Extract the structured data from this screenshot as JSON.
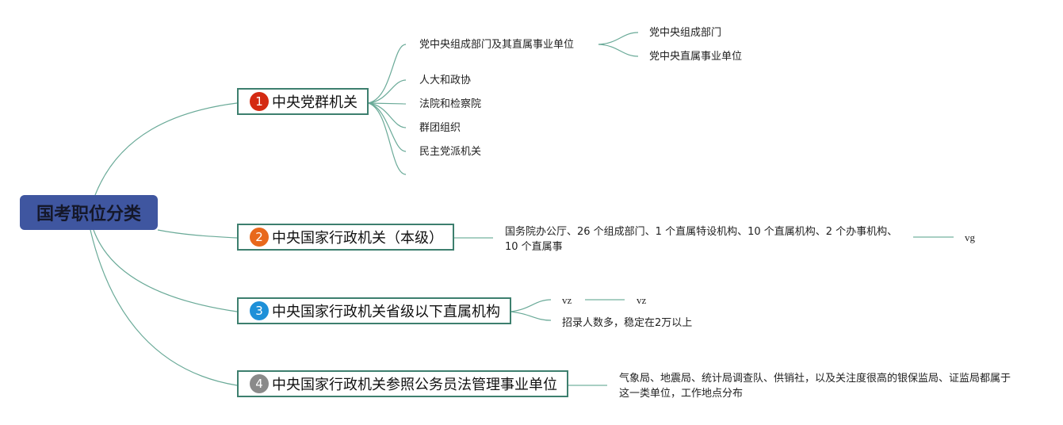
{
  "colors": {
    "root": "#3f56a0",
    "line": "#6aaa98",
    "border": "#3d7f6e",
    "badge1": "#d42a12",
    "badge2": "#e8681c",
    "badge3": "#1e90d8",
    "badge4": "#8a8a8a"
  },
  "root": {
    "label": "国考职位分类"
  },
  "topics": [
    {
      "num": "1",
      "label": "中央党群机关",
      "children": [
        {
          "label": "党中央组成部门及其直属事业单位",
          "children": [
            {
              "label": "党中央组成部门"
            },
            {
              "label": "党中央直属事业单位"
            }
          ]
        },
        {
          "label": "人大和政协"
        },
        {
          "label": "法院和检察院"
        },
        {
          "label": "群团组织"
        },
        {
          "label": "民主党派机关"
        }
      ]
    },
    {
      "num": "2",
      "label": "中央国家行政机关（本级）",
      "children": [
        {
          "label": "国务院办公厅、26 个组成部门、1 个直属特设机构、10 个直属机构、2 个办事机构、10 个直属事",
          "children": [
            {
              "label": "vg"
            }
          ]
        }
      ]
    },
    {
      "num": "3",
      "label": "中央国家行政机关省级以下直属机构",
      "children": [
        {
          "label": "vz",
          "children": [
            {
              "label": "vz"
            }
          ]
        },
        {
          "label": "招录人数多，稳定在2万以上"
        }
      ]
    },
    {
      "num": "4",
      "label": "中央国家行政机关参照公务员法管理事业单位",
      "children": [
        {
          "label": "气象局、地震局、统计局调查队、供销社，以及关注度很高的银保监局、证监局都属于这一类单位，工作地点分布"
        }
      ]
    }
  ]
}
